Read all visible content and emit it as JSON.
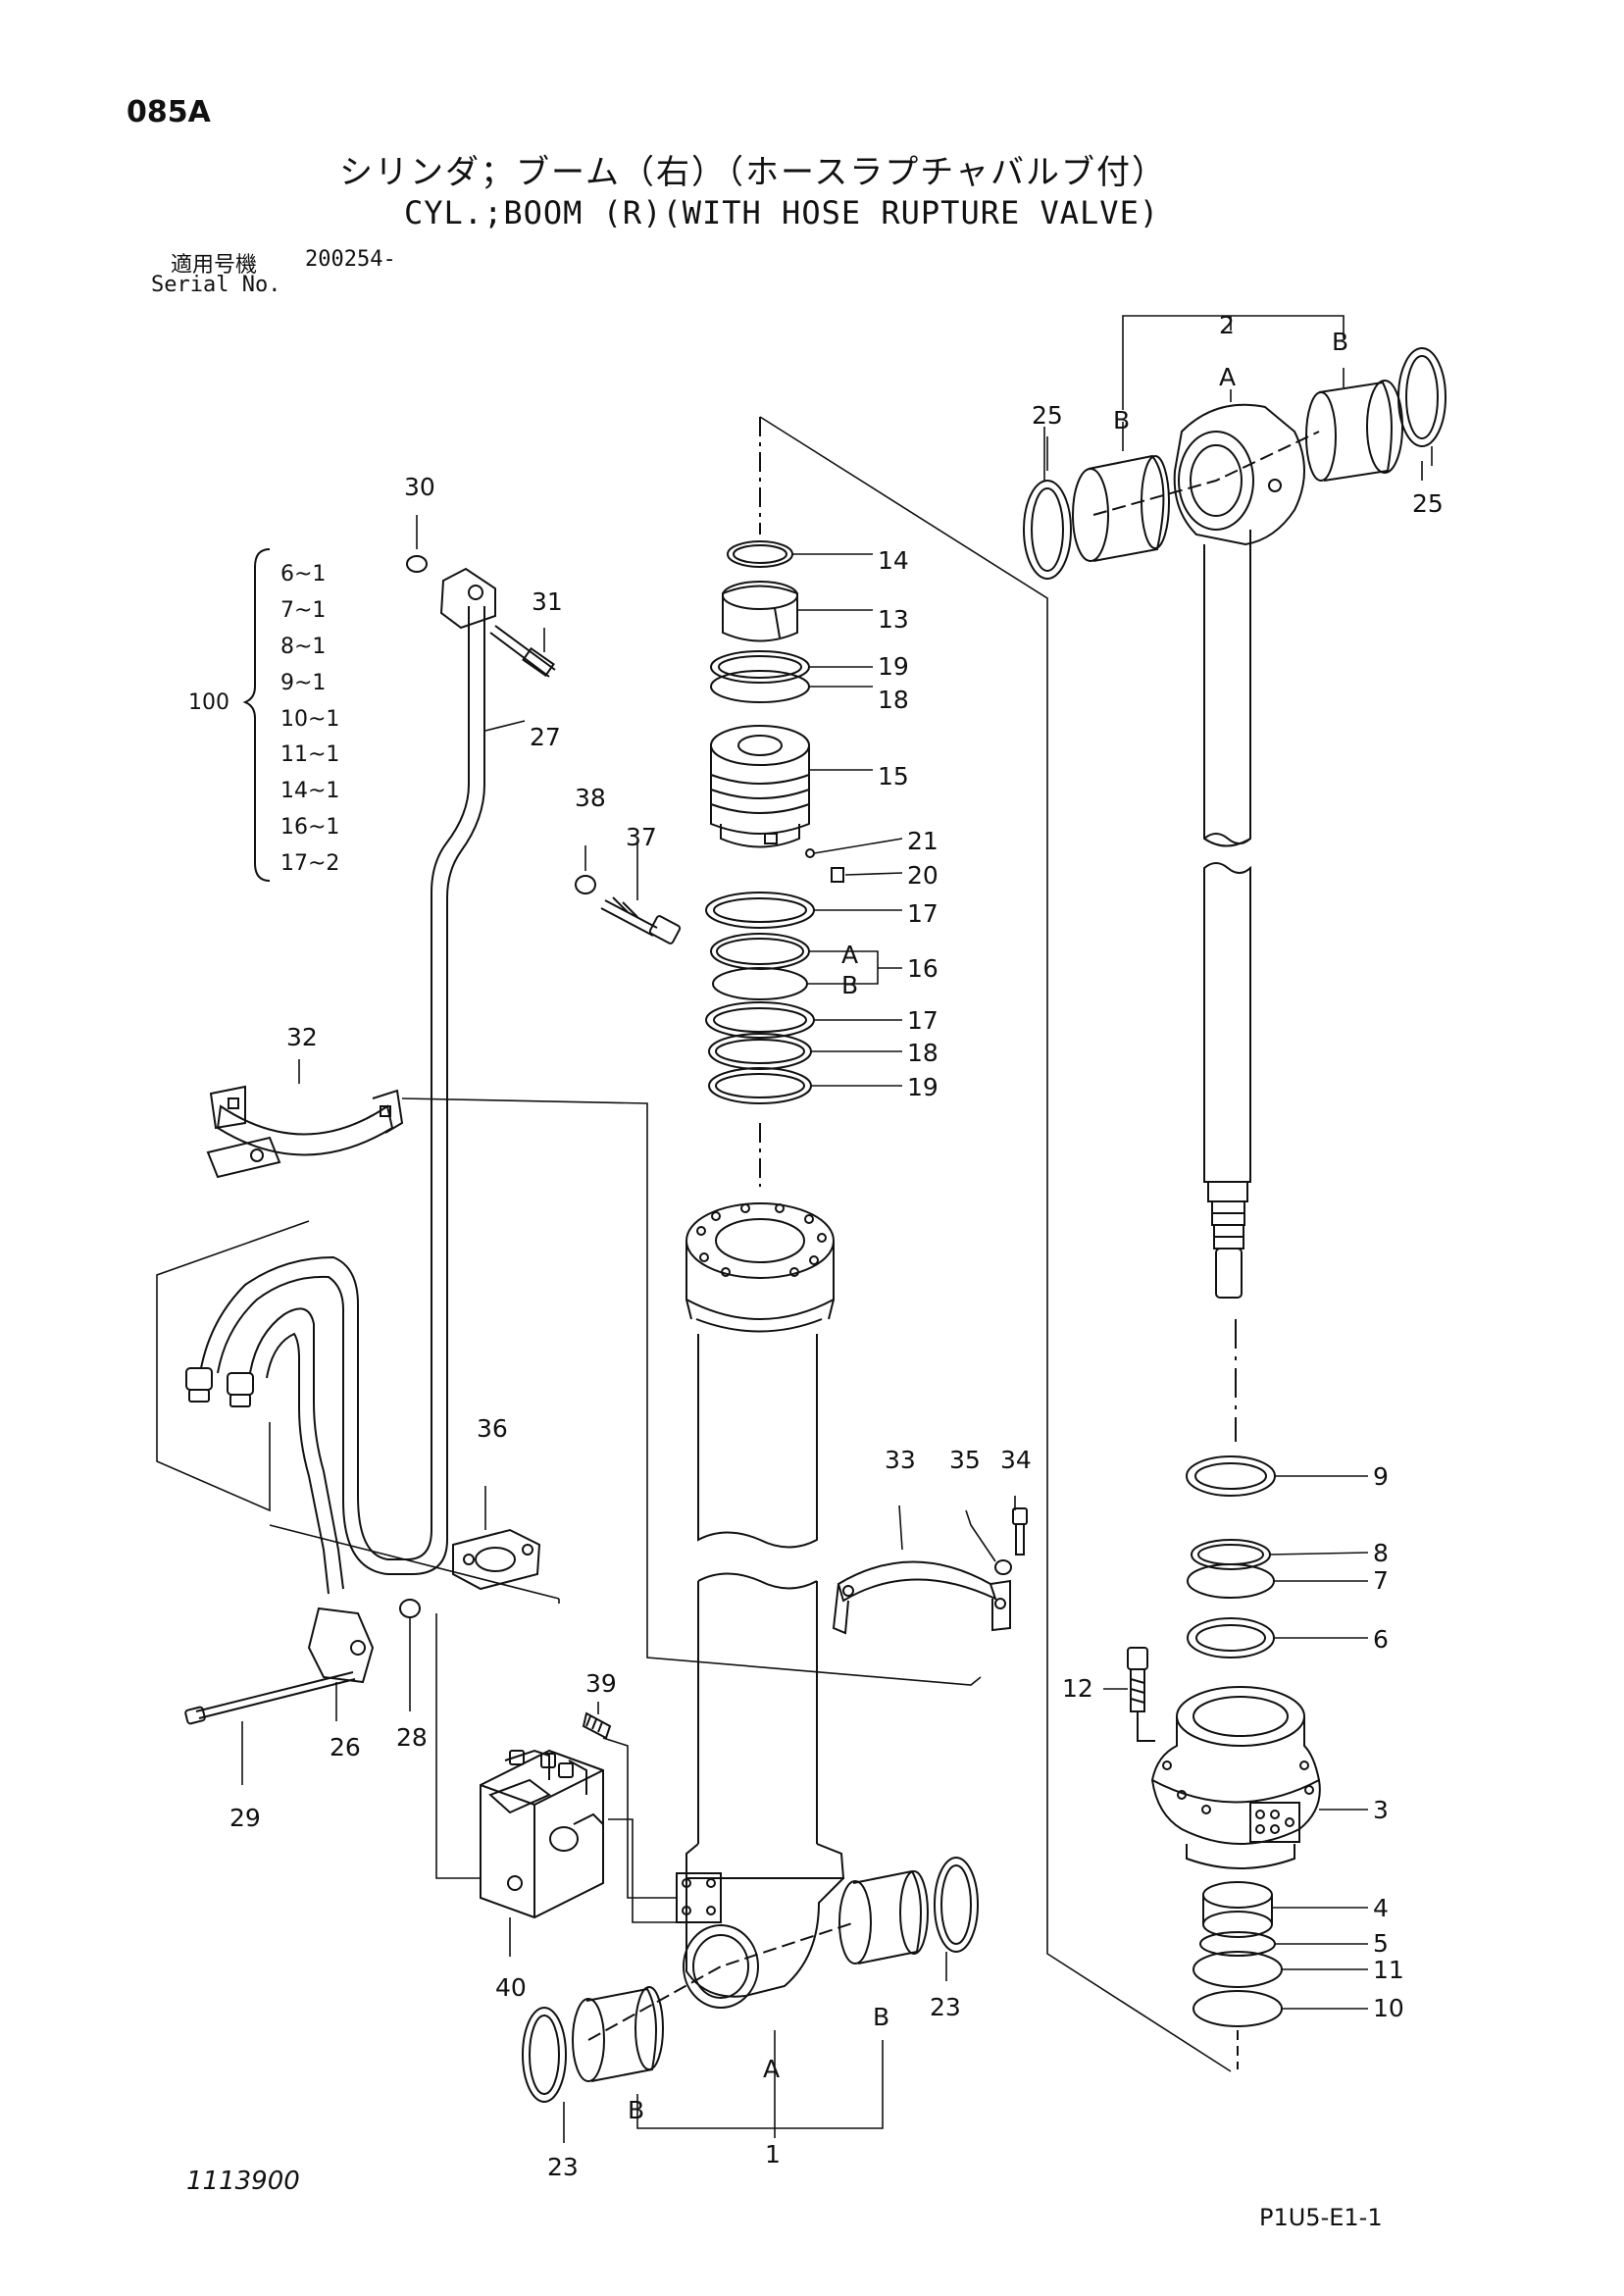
{
  "header": {
    "page_code": "085A",
    "title_jp": "シリンダ；ブーム（右）（ホースラプチャバルブ付）",
    "title_en": "CYL.;BOOM (R)(WITH HOSE RUPTURE VALVE)",
    "serial_label_jp": "適用号機",
    "serial_label_en": "Serial No.",
    "serial_value": "200254-"
  },
  "footer": {
    "drawing_number": "1113900",
    "sheet_code": "P1U5-E1-1"
  },
  "kit": {
    "number": "100",
    "items": [
      "6~1",
      "7~1",
      "8~1",
      "9~1",
      "10~1",
      "11~1",
      "14~1",
      "16~1",
      "17~2"
    ]
  },
  "callouts": {
    "c1": "1",
    "c2": "2",
    "c3": "3",
    "c4": "4",
    "c5": "5",
    "c6": "6",
    "c7": "7",
    "c8": "8",
    "c9": "9",
    "c10": "10",
    "c11": "11",
    "c12": "12",
    "c13": "13",
    "c14": "14",
    "c15": "15",
    "c16": "16",
    "c17a": "17",
    "c17b": "17",
    "c18a": "18",
    "c18b": "18",
    "c19a": "19",
    "c19b": "19",
    "c20": "20",
    "c21": "21",
    "c23a": "23",
    "c23b": "23",
    "c25a": "25",
    "c25b": "25",
    "c26": "26",
    "c27": "27",
    "c28": "28",
    "c29": "29",
    "c30": "30",
    "c31": "31",
    "c32": "32",
    "c33": "33",
    "c34": "34",
    "c35": "35",
    "c36": "36",
    "c37": "37",
    "c38": "38",
    "c39": "39",
    "c40": "40",
    "a_rod": "A",
    "b_rod_left": "B",
    "b_rod_right": "B",
    "a_tube": "A",
    "b_tube_left": "B",
    "b_tube_right": "B",
    "a_seal": "A",
    "b_seal": "B"
  }
}
